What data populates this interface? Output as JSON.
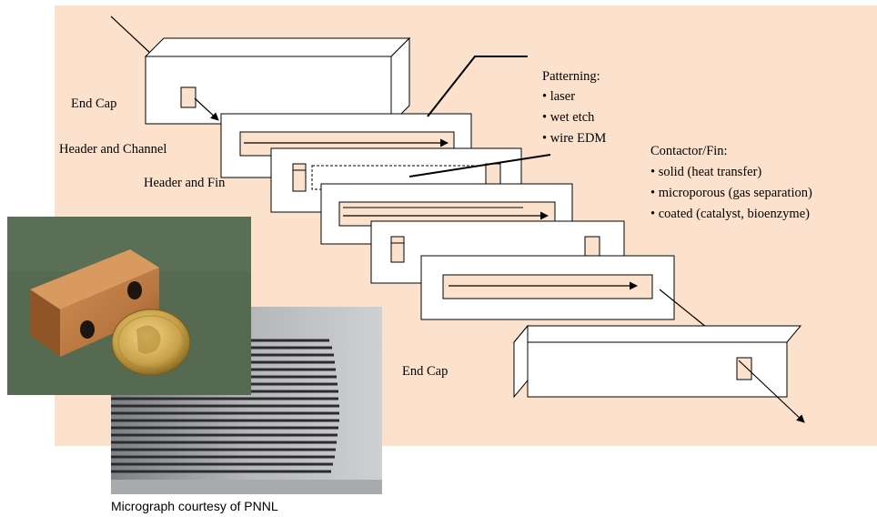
{
  "labels": {
    "end_cap_top": "End Cap",
    "header_and_channel": "Header and Channel",
    "header_and_fin": "Header and Fin",
    "end_cap_bottom": "End Cap"
  },
  "patterning": {
    "title": "Patterning:",
    "items": [
      "• laser",
      "• wet etch",
      "• wire EDM"
    ]
  },
  "contactor": {
    "title": "Contactor/Fin:",
    "items": [
      "• solid (heat transfer)",
      "• microporous (gas separation)",
      "• coated (catalyst, bioenzyme)"
    ]
  },
  "caption": "Micrograph courtesy of PNNL",
  "colors": {
    "panel": "#fce2cc",
    "channel_fill": "#fce2cc",
    "photo_bg": "#55684f",
    "copper": "#b97a45",
    "coin": "#c7a24a",
    "micrograph_bg": "#9a9c9e"
  }
}
